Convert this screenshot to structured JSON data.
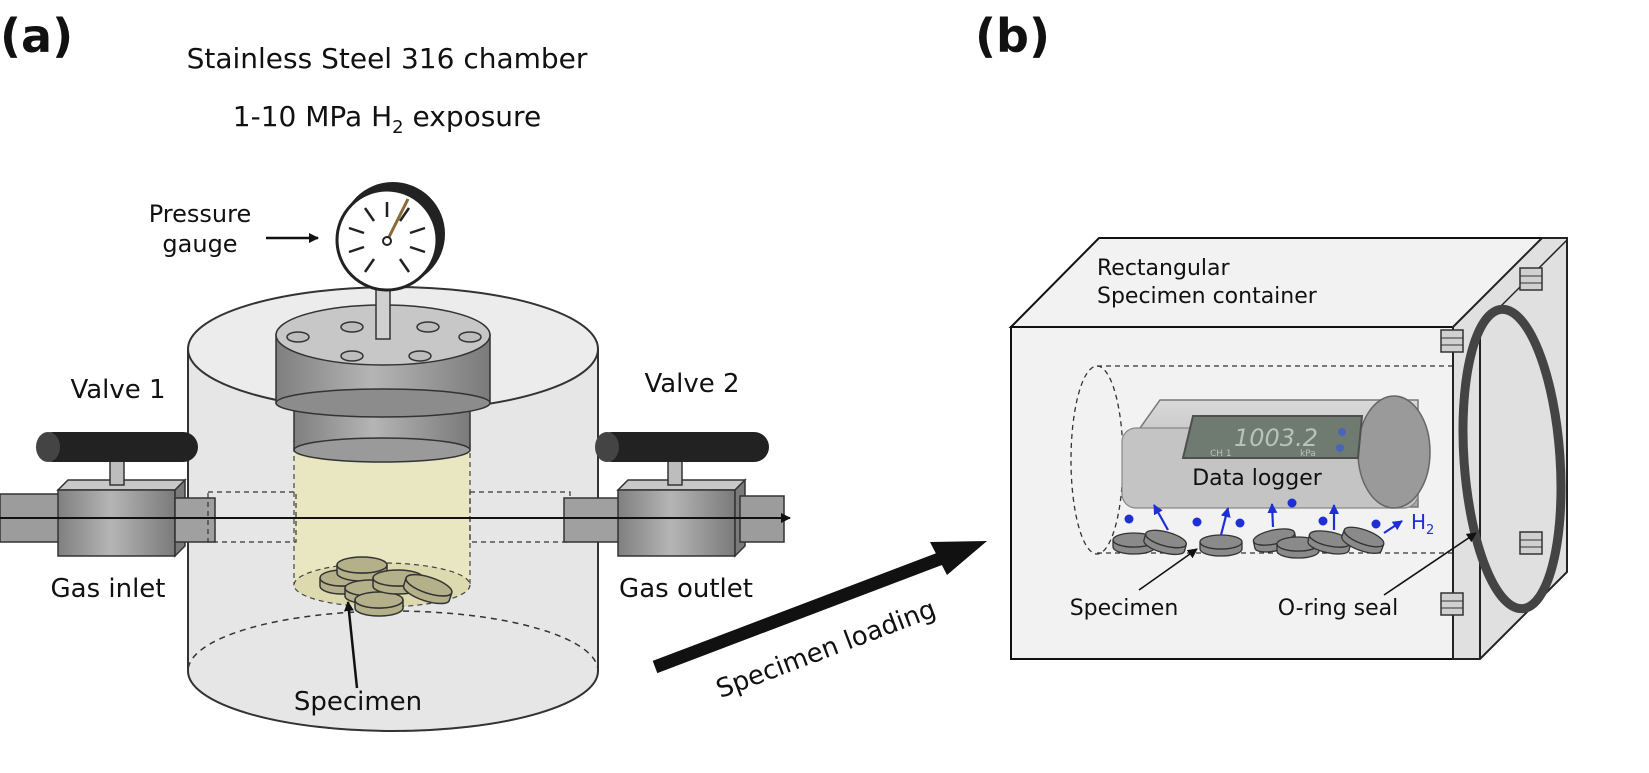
{
  "panel_a": {
    "tag": "(a)",
    "title_line1": "Stainless Steel 316 chamber",
    "title_line2_pre": "1-10 MPa H",
    "title_line2_sub": "2",
    "title_line2_post": " exposure",
    "pressure_gauge_line1": "Pressure",
    "pressure_gauge_line2": "gauge",
    "valve1": "Valve 1",
    "valve2": "Valve 2",
    "gas_inlet": "Gas inlet",
    "gas_outlet": "Gas outlet",
    "specimen": "Specimen"
  },
  "transfer": {
    "specimen_loading": "Specimen loading"
  },
  "panel_b": {
    "tag": "(b)",
    "container_line1": "Rectangular",
    "container_line2": "Specimen container",
    "logger_display": "1003.2",
    "logger_display_sub_left": "CH 1",
    "logger_display_sub_right": "kPa",
    "data_logger": "Data logger",
    "h2_pre": "H",
    "h2_sub": "2",
    "specimen": "Specimen",
    "oring_seal": "O-ring seal"
  },
  "colors": {
    "specimen_fill": "#b3b08a",
    "chamber_glass": "#e6e6e6",
    "specimen_zone": "#e9e7c2",
    "hydrogen_blue": "#1f2fd6",
    "metal_gray": "#8a8a8a"
  }
}
